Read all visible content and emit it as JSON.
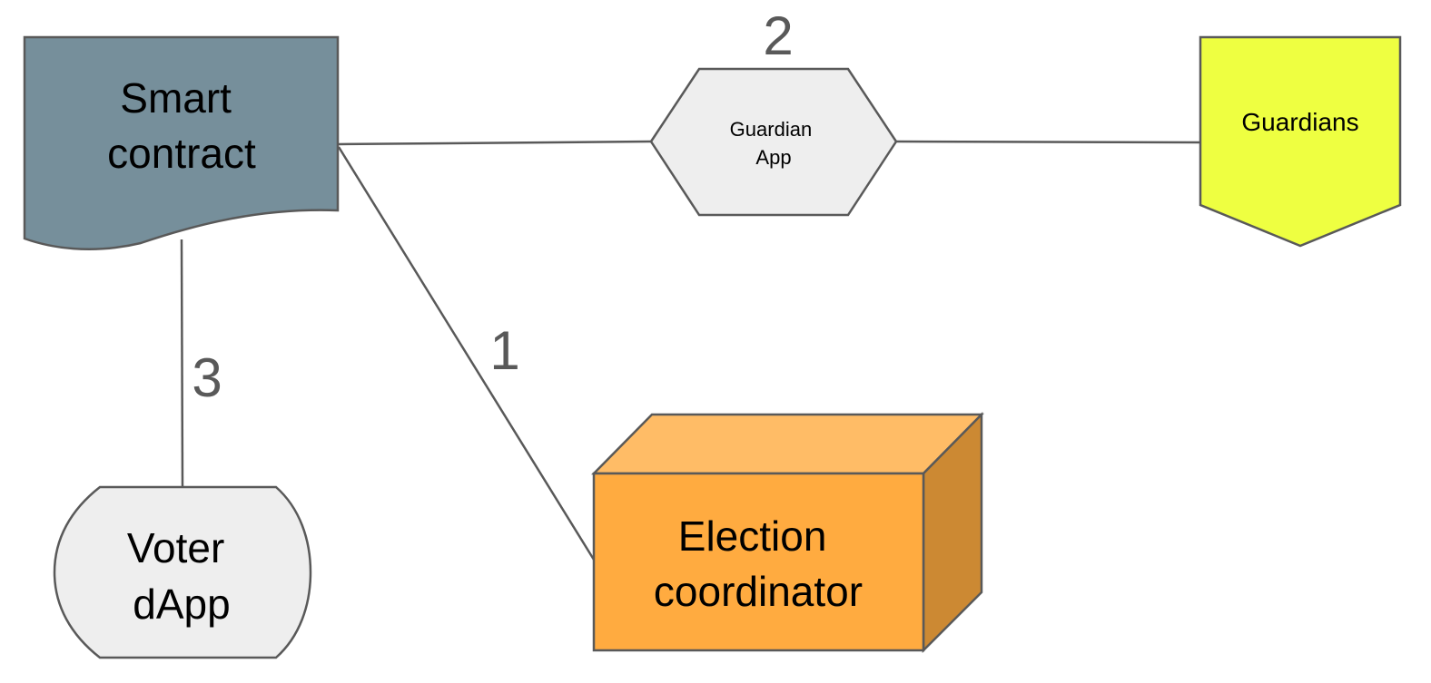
{
  "nodes": {
    "smart_contract": {
      "lines": [
        "Smart",
        "contract"
      ],
      "fill": "#768f9b"
    },
    "guardian_app": {
      "lines": [
        "Guardian",
        "App"
      ],
      "fill": "#eeeeee"
    },
    "guardians": {
      "lines": [
        "Guardians"
      ],
      "fill": "#eeff41"
    },
    "voter_dapp": {
      "lines": [
        "Voter",
        "dApp"
      ],
      "fill": "#eeeeee"
    },
    "election_coordinator": {
      "lines": [
        "Election",
        "coordinator"
      ],
      "fill_front": "#ffab40",
      "fill_top": "#ffbc66",
      "fill_side": "#cc8933"
    }
  },
  "edge_labels": {
    "guardian_app_edge": "2",
    "coordinator_edge": "1",
    "voter_edge": "3"
  },
  "colors": {
    "stroke": "#595959",
    "text": "#000000",
    "edge_label": "#595959"
  }
}
